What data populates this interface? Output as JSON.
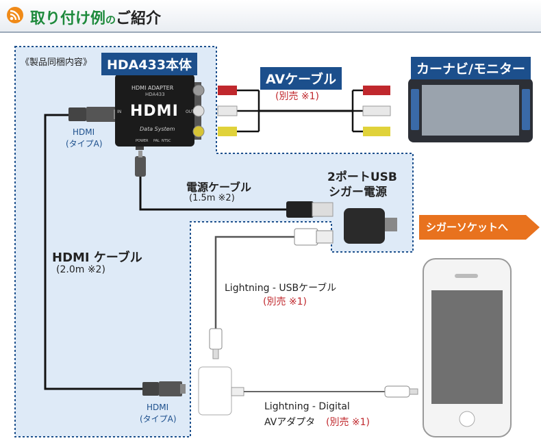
{
  "header": {
    "title_part1": "取り付け例",
    "title_part2": "の",
    "title_part3": "ご紹介",
    "rss_icon": "rss-icon"
  },
  "labels": {
    "bundle": "《製品同梱内容》",
    "device_name": "HDA433本体",
    "av_cable": "AVケーブル",
    "av_cable_note": "(別売 ※1)",
    "car_navi": "カーナビ/モニター",
    "hdmi_top": "HDMI",
    "hdmi_top_type": "(タイプA)",
    "power_cable": "電源ケーブル",
    "power_cable_len": "(1.5m ※2)",
    "usb_power_line1": "2ポートUSB",
    "usb_power_line2": "シガー電源",
    "to_socket": "シガーソケットへ",
    "hdmi_cable": "HDMI ケーブル",
    "hdmi_cable_len": "(2.0m ※2)",
    "lightning_usb": "Lightning - USBケーブル",
    "lightning_usb_note": "(別売 ※1)",
    "hdmi_bottom": "HDMI",
    "hdmi_bottom_type": "(タイプA)",
    "digital_av_line1": "Lightning - Digital",
    "digital_av_line2": "AVアダプタ",
    "digital_av_note": "(別売 ※1)"
  },
  "device": {
    "top_text": "HDMI ADAPTER",
    "model": "HDA433",
    "logo": "HDMI",
    "brand": "Data System",
    "sw_power": "POWER",
    "sw_pal": "PAL",
    "sw_ntsc": "NTSC",
    "side_in": "IN",
    "side_out": "OUT"
  },
  "colors": {
    "region_fill": "#deeaf7",
    "region_border": "#1c4f8c",
    "accent_red": "#c0282d",
    "badge": "#1c4f8c",
    "socket_arrow": "#e8721e",
    "cable": "#111111"
  }
}
